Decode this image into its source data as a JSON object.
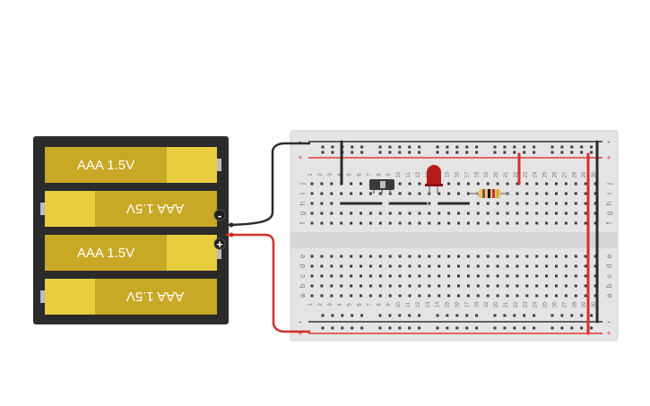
{
  "battery_pack": {
    "cells": [
      {
        "label": "AAA 1.5V",
        "flipped": false
      },
      {
        "label": "AAA 1.5V",
        "flipped": true
      },
      {
        "label": "AAA 1.5V",
        "flipped": false
      },
      {
        "label": "AAA 1.5V",
        "flipped": true
      }
    ],
    "negative_terminal_label": "-",
    "positive_terminal_label": "+",
    "case_color": "#2b2b2b",
    "cell_color": "#c9a826",
    "cell_cap_color": "#e8cd3f"
  },
  "breadboard": {
    "board_color": "#e4e4e4",
    "rail_red_color": "#e53935",
    "rail_black_color": "#333333",
    "rail_symbols": {
      "plus": "+",
      "minus": "-"
    },
    "column_numbers": [
      "1",
      "2",
      "3",
      "4",
      "5",
      "6",
      "7",
      "8",
      "9",
      "10",
      "11",
      "12",
      "13",
      "14",
      "15",
      "16",
      "17",
      "18",
      "19",
      "20",
      "21",
      "22",
      "23",
      "24",
      "25",
      "26",
      "27",
      "28",
      "29",
      "30"
    ],
    "top_row_letters": [
      "j",
      "i",
      "h",
      "g",
      "f"
    ],
    "bottom_row_letters": [
      "e",
      "d",
      "c",
      "b",
      "a"
    ]
  },
  "wires": {
    "negative_color": "#2b2b2b",
    "positive_color": "#d32f2f"
  },
  "components": {
    "led_color": "#b71c1c",
    "resistor_body_color": "#e8c27a",
    "switch_color": "#3a3a3a"
  }
}
